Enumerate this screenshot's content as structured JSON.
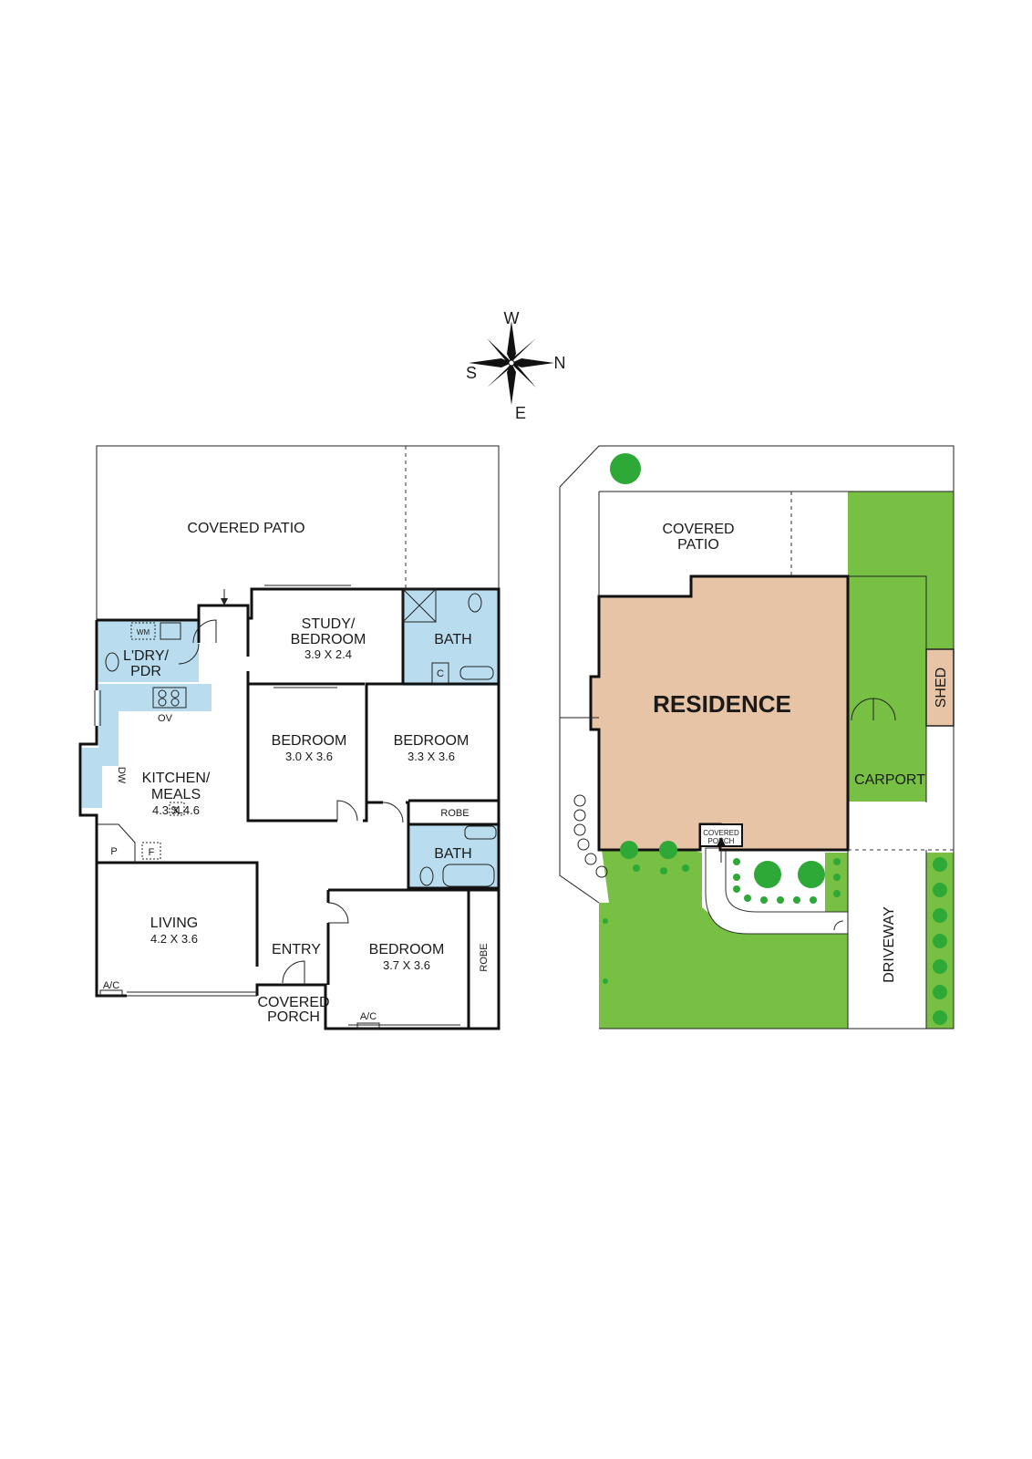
{
  "compass": {
    "w": "W",
    "n": "N",
    "s": "S",
    "e": "E"
  },
  "floor_plan": {
    "covered_patio": "COVERED PATIO",
    "laundry": [
      "L'DRY/",
      "PDR"
    ],
    "wm": "WM",
    "ov": "OV",
    "sl": "SL",
    "dw": "DW",
    "c": "C",
    "p": "P",
    "f": "F",
    "ac": "A/C",
    "kitchen": {
      "name": [
        "KITCHEN/",
        "MEALS"
      ],
      "dim": "4.3 X 4.6"
    },
    "study": {
      "name": [
        "STUDY/",
        "BEDROOM"
      ],
      "dim": "3.9 X 2.4"
    },
    "bath1": "BATH",
    "bath2": "BATH",
    "bedroom2": {
      "name": "BEDROOM",
      "dim": "3.0 X 3.6"
    },
    "bedroom3": {
      "name": "BEDROOM",
      "dim": "3.3 X 3.6"
    },
    "bedroom4": {
      "name": "BEDROOM",
      "dim": "3.7 X 3.6"
    },
    "robe1": "ROBE",
    "robe2": "ROBE",
    "living": {
      "name": "LIVING",
      "dim": "4.2 X 3.6"
    },
    "entry": "ENTRY",
    "porch": [
      "COVERED",
      "PORCH"
    ]
  },
  "site_plan": {
    "covered_patio": [
      "COVERED",
      "PATIO"
    ],
    "residence": "RESIDENCE",
    "shed": "SHED",
    "carport": "CARPORT",
    "driveway": "DRIVEWAY",
    "porch": [
      "COVERED",
      "PORCH"
    ]
  }
}
